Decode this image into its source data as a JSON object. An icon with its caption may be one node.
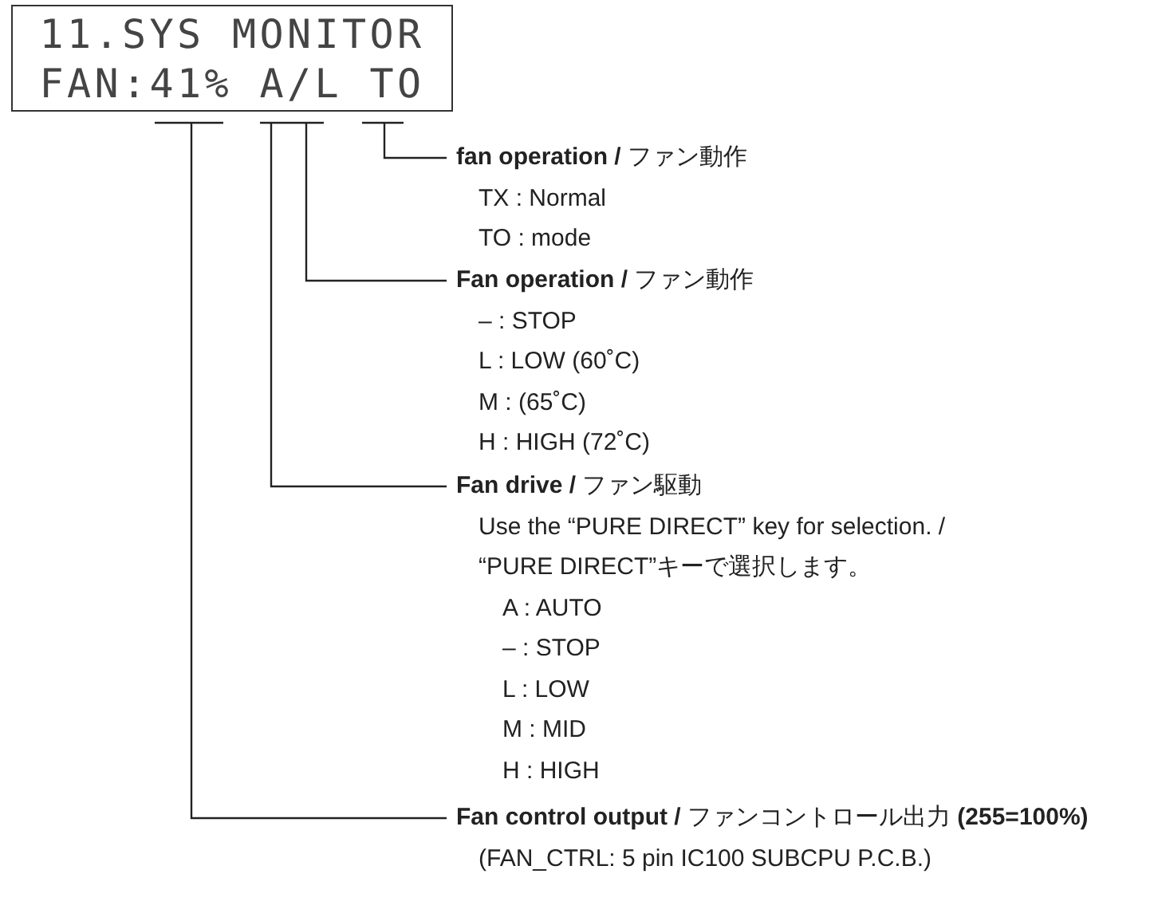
{
  "diagram": {
    "nodes": [
      {
        "text": [
          "11.SYS MONITOR",
          "FAN:41% A/L TO"
        ]
      },
      {
        "text": [
          "**fan operation /** ファン動作",
          "TX : Normal",
          "TO : mode"
        ]
      },
      {
        "text": [
          "**Fan operation /** ファン動作",
          "– : STOP",
          "L : LOW (60˚C)",
          "M : (65˚C)",
          "H : HIGH (72˚C)"
        ]
      },
      {
        "text": [
          "**Fan drive /** ファン駆動",
          "Use the “PURE DIRECT” key for selection. / “PURE DIRECT”キーで選択します。",
          "A : AUTO",
          "– : STOP",
          "L : LOW",
          "M : MID",
          "H : HIGH"
        ]
      },
      {
        "text": [
          "**Fan control output /** ファンコントロール出力 **(255=100%)**",
          "(FAN_CTRL: 5 pin IC100 SUBCPU P.C.B.)"
        ]
      }
    ],
    "edges": [
      {
        "from": 1,
        "to": 0,
        "arrow": "none"
      },
      {
        "from": 2,
        "to": 0,
        "arrow": "none"
      },
      {
        "from": 3,
        "to": 0,
        "arrow": "none"
      },
      {
        "from": 4,
        "to": 0,
        "arrow": "none"
      }
    ]
  }
}
